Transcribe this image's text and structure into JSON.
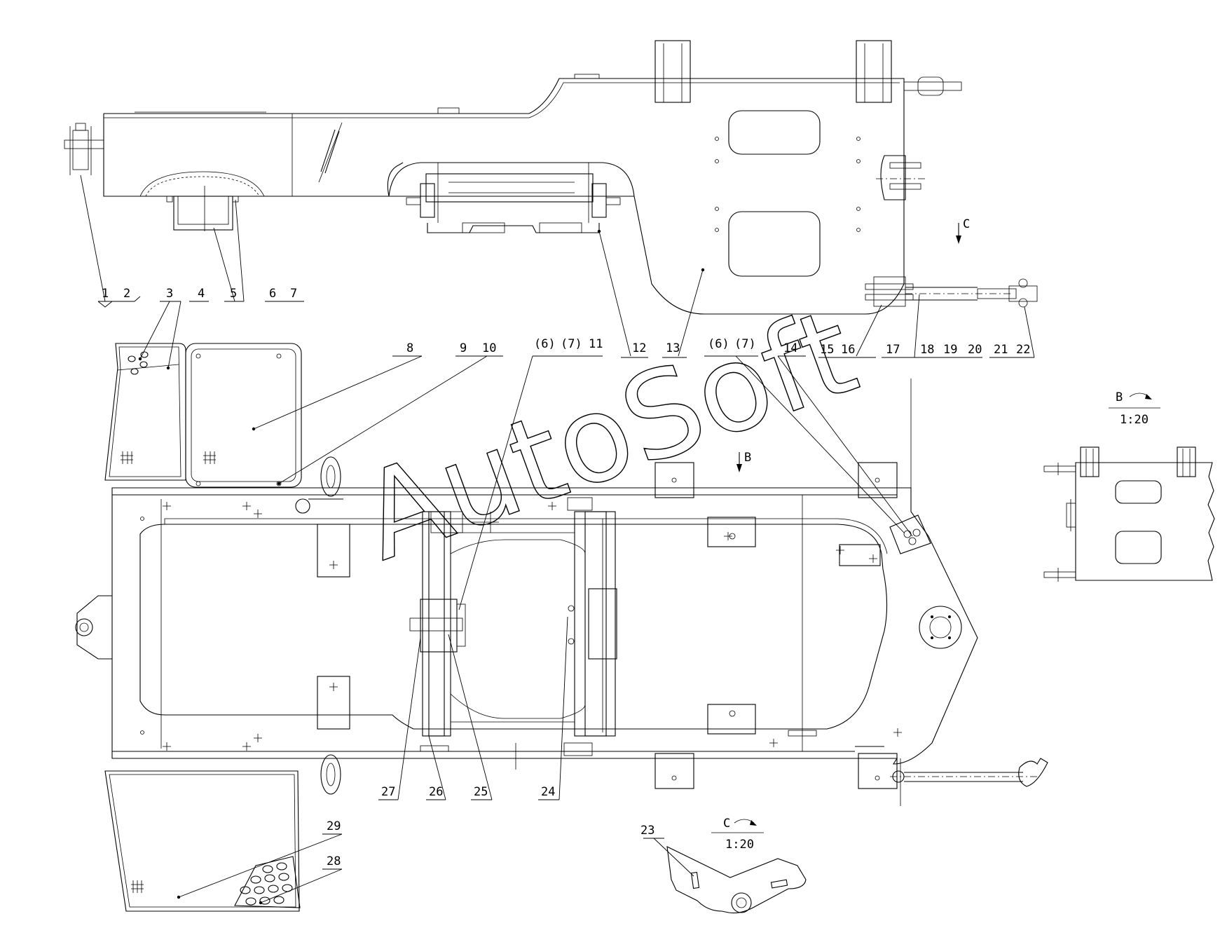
{
  "watermark": "AutoSoft",
  "callouts": [
    {
      "id": "c1",
      "text": "1"
    },
    {
      "id": "c2",
      "text": "2"
    },
    {
      "id": "c3",
      "text": "3"
    },
    {
      "id": "c4",
      "text": "4"
    },
    {
      "id": "c5",
      "text": "5"
    },
    {
      "id": "c6",
      "text": "6"
    },
    {
      "id": "c7",
      "text": "7"
    },
    {
      "id": "c8",
      "text": "8"
    },
    {
      "id": "c9",
      "text": "9"
    },
    {
      "id": "c10",
      "text": "10"
    },
    {
      "id": "c6b",
      "text": "(6)"
    },
    {
      "id": "c7b",
      "text": "(7)"
    },
    {
      "id": "c11",
      "text": "11"
    },
    {
      "id": "c12",
      "text": "12"
    },
    {
      "id": "c13",
      "text": "13"
    },
    {
      "id": "c6c",
      "text": "(6)"
    },
    {
      "id": "c7c",
      "text": "(7)"
    },
    {
      "id": "c14",
      "text": "14"
    },
    {
      "id": "c15",
      "text": "15"
    },
    {
      "id": "c16",
      "text": "16"
    },
    {
      "id": "c17",
      "text": "17"
    },
    {
      "id": "c18",
      "text": "18"
    },
    {
      "id": "c19",
      "text": "19"
    },
    {
      "id": "c20",
      "text": "20"
    },
    {
      "id": "c21",
      "text": "21"
    },
    {
      "id": "c22",
      "text": "22"
    },
    {
      "id": "c23",
      "text": "23"
    },
    {
      "id": "c24",
      "text": "24"
    },
    {
      "id": "c25",
      "text": "25"
    },
    {
      "id": "c26",
      "text": "26"
    },
    {
      "id": "c27",
      "text": "27"
    },
    {
      "id": "c28",
      "text": "28"
    },
    {
      "id": "c29",
      "text": "29"
    }
  ],
  "view_markers": {
    "c_arrow": "C",
    "b_arrow": "B",
    "view_b_letter": "B",
    "view_b_scale": "1:20",
    "view_c_letter": "C",
    "view_c_scale": "1:20"
  }
}
